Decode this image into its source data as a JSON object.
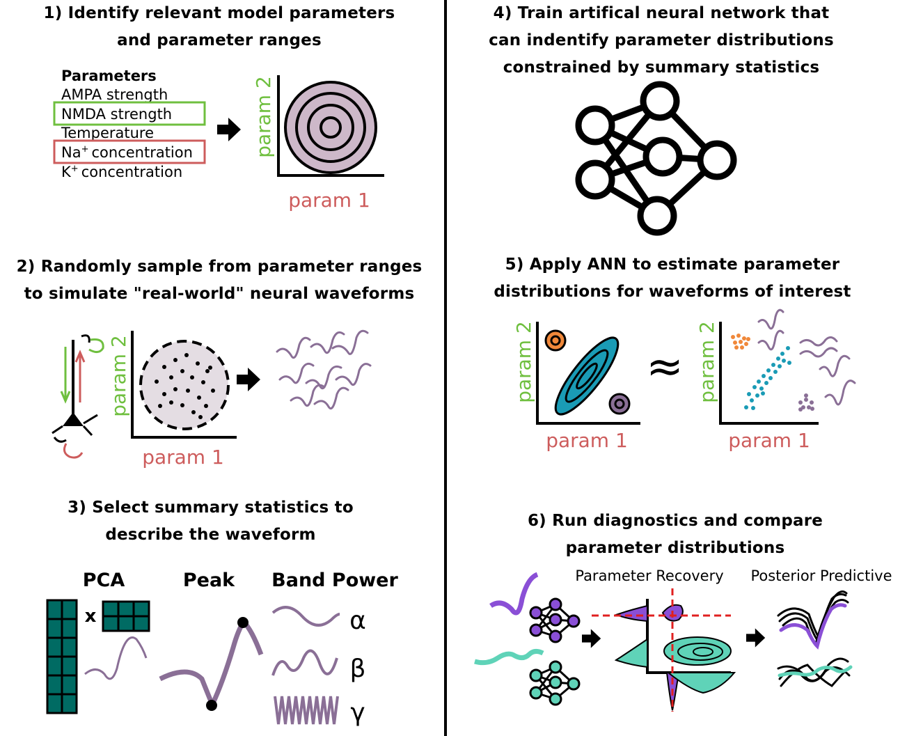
{
  "steps": {
    "s1": {
      "line1": "1) Identify relevant model parameters",
      "line2": "and parameter ranges"
    },
    "s2": {
      "line1": "2) Randomly sample from parameter ranges",
      "line2": "to simulate \"real-world\" neural waveforms"
    },
    "s3": {
      "line1": "3) Select summary statistics to",
      "line2": "describe the waveform"
    },
    "s4": {
      "line1": "4) Train artifical neural network that",
      "line2": "can indentify parameter distributions",
      "line3": "constrained by summary statistics"
    },
    "s5": {
      "line1": "5) Apply ANN to estimate parameter",
      "line2": "distributions for waveforms of interest"
    },
    "s6": {
      "line1": "6) Run diagnostics and compare",
      "line2": "parameter distributions"
    }
  },
  "parameters": {
    "heading": "Parameters",
    "items": [
      "AMPA strength",
      "NMDA strength",
      "Temperature",
      "Na",
      "K"
    ],
    "na_suffix": "concentration",
    "k_suffix": "concentration",
    "superscript": "+"
  },
  "axes": {
    "x_label": "param 1",
    "y_label": "param 2"
  },
  "stats": {
    "pca": "PCA",
    "peak": "Peak",
    "band": "Band Power",
    "times": "x",
    "alpha": "α",
    "beta": "β",
    "gamma": "γ"
  },
  "approx": "≈",
  "diagnostics": {
    "recovery": "Parameter Recovery",
    "predictive": "Posterior Predictive"
  },
  "colors": {
    "green": "#6fbf3f",
    "red": "#cd5c5c",
    "purple": "#8a6f96",
    "lavender": "#cdb8c9",
    "teal": "#1a9bb5",
    "dark_teal": "#006b63",
    "orange": "#f0883a",
    "violet": "#8a4fd6",
    "mint": "#5fd3b8"
  },
  "icons": [
    "arrow-right-icon",
    "neural-network-icon",
    "neuron-icon"
  ]
}
